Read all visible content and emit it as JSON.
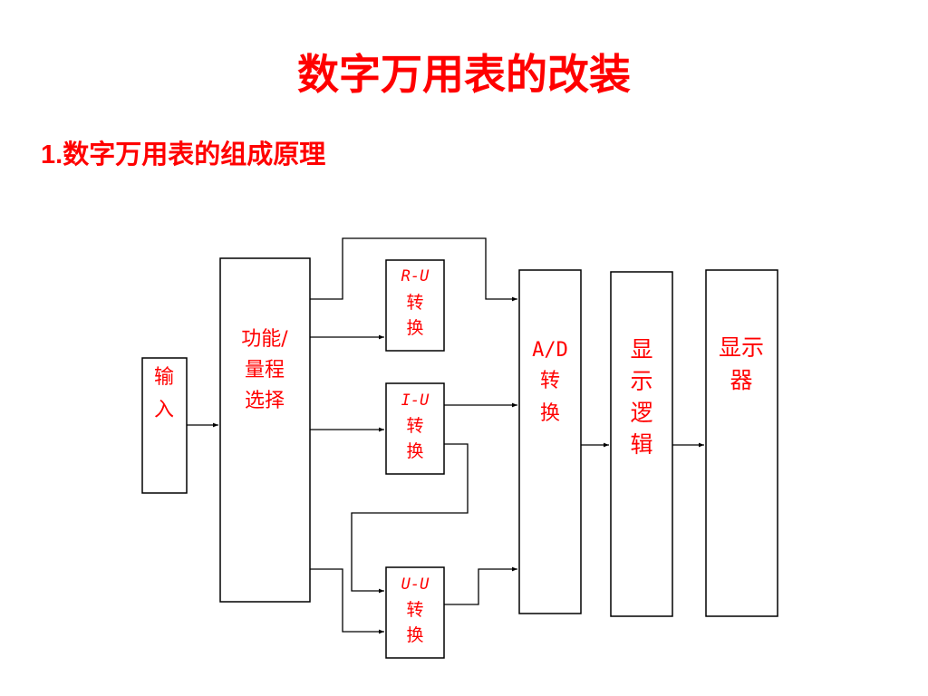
{
  "title": "数字万用表的改装",
  "subtitle": {
    "number": "1.",
    "text": "数字万用表的组成原理"
  },
  "colors": {
    "text_accent": "#ff0000",
    "box_stroke": "#000000",
    "background": "#ffffff"
  },
  "blocks": {
    "input": [
      "输",
      "入"
    ],
    "function_select": [
      "功能/",
      "量程",
      "选择"
    ],
    "ru": [
      "R-U",
      "转",
      "换"
    ],
    "iu": [
      "I-U",
      "转",
      "换"
    ],
    "uu": [
      "U-U",
      "转",
      "换"
    ],
    "ad": [
      "A/D",
      "转",
      "换"
    ],
    "display_logic": [
      "显",
      "示",
      "逻",
      "辑"
    ],
    "display": [
      "显示",
      "器"
    ]
  }
}
